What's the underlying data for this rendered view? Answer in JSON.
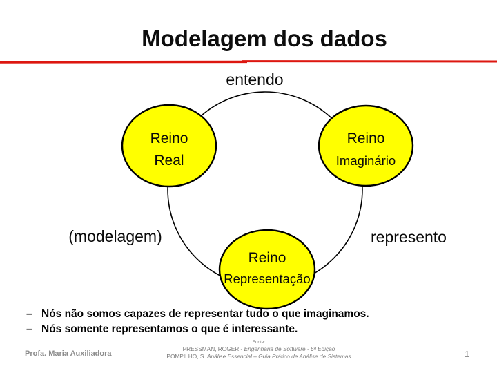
{
  "slide": {
    "title": "Modelagem dos dados"
  },
  "colors": {
    "accent_red": "#dd1710",
    "node_yellow": "#ffff00",
    "node_stroke": "#000000",
    "footer_gray": "#8c8c8c"
  },
  "diagram": {
    "top_label": "entendo",
    "bottom_left_label": "(modelagem)",
    "bottom_right_label": "represento",
    "nodes": {
      "real": {
        "line1": "Reino",
        "line2": "Real"
      },
      "imaginario": {
        "line1": "Reino",
        "line2": "Imaginário"
      },
      "representacao": {
        "line1": "Reino",
        "line2": "Representação"
      }
    }
  },
  "bullets": {
    "marker": "–",
    "items": [
      "Nós não somos capazes de representar tudo o que imaginamos.",
      "Nós somente representamos o que é interessante."
    ]
  },
  "footer": {
    "author": "Profa. Maria Auxiliadora",
    "source_heading": "Fonte:",
    "ref1": {
      "plain": "PRESSMAN, ROGER - ",
      "italic": "Engenharia de Software - 6ª Edição"
    },
    "ref2": {
      "plain": "POMPILHO, S. ",
      "italic": "Análise Essencial – Guia Prático de Análise de Sistemas"
    },
    "page_number": "1"
  }
}
